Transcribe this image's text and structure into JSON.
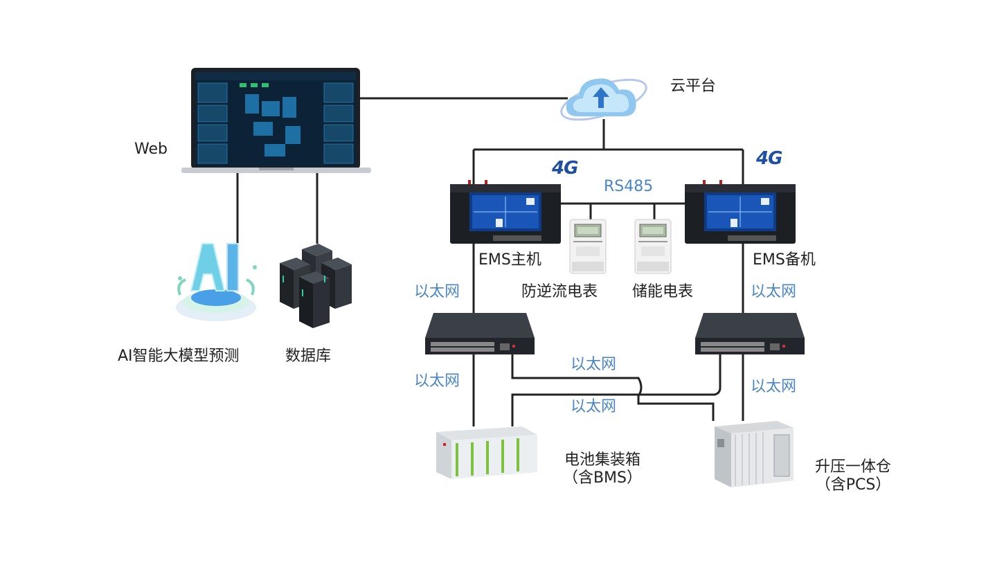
{
  "labels": {
    "web": "Web",
    "cloud": "云平台",
    "ai": "AI智能大模型预测",
    "database": "数据库",
    "ems_main": "EMS主机",
    "ems_backup": "EMS备机",
    "anti_backflow_meter": "防逆流电表",
    "storage_meter": "储能电表",
    "rs485": "RS485",
    "fourg_left": "4G",
    "fourg_right": "4G",
    "eth_left_top": "以太网",
    "eth_right_top": "以太网",
    "eth_left_bottom": "以太网",
    "eth_right_bottom": "以太网",
    "eth_cross_top": "以太网",
    "eth_cross_bottom": "以太网",
    "battery_line1": "电池集装箱",
    "battery_line2": "（含BMS）",
    "booster_line1": "升压一体仓",
    "booster_line2": "（含PCS）"
  },
  "colors": {
    "line": "#222222",
    "protocol_text": "#4a86c6",
    "badge_4g": "#1e4fa0"
  },
  "icons": {
    "laptop": "laptop-icon",
    "cloud": "cloud-upload-icon",
    "ai": "ai-model-icon",
    "database": "server-rack-icon",
    "ems": "ems-controller-icon",
    "meter": "electric-meter-icon",
    "switch": "network-switch-icon",
    "battery": "battery-container-icon",
    "booster": "booster-cabin-icon"
  }
}
